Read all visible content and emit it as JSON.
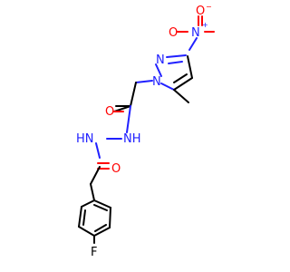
{
  "molecule": {
    "atoms": {
      "n_nitro": "N",
      "n_nitro_charge": "+",
      "o_nitro_left": "O",
      "o_nitro_right": "O",
      "o_nitro_charge": "−",
      "n_ring_1": "N",
      "n_ring_2": "N",
      "o_carbonyl_upper": "O",
      "n_hydrazide_upper": "NH",
      "n_hydrazide_lower": "HN",
      "o_carbonyl_lower": "O",
      "f_fluoro": "F"
    },
    "colors": {
      "carbon_bond": "#000000",
      "nitrogen": "#2020ff",
      "oxygen": "#ff0000",
      "fluorine": "#000000"
    }
  }
}
